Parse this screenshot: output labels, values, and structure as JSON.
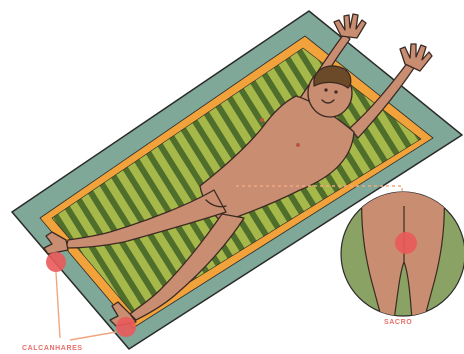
{
  "labels": {
    "heels": "CALCANHARES",
    "sacrum": "SACRO"
  },
  "colors": {
    "mat_fill": "#7fa899",
    "mat_outline": "#2a2a2a",
    "stripe_border": "#f2a23a",
    "stripe_field": "#a7b84a",
    "stripe_lines": "#4f6d2b",
    "skin": "#c98d72",
    "skin_line": "#3b2a22",
    "hair": "#6b4a2a",
    "pressure_point": "#ea5a5a",
    "callout_line": "#f0a77f",
    "label_text": "#e8706a",
    "inset_background": "#8aa263"
  },
  "icons": [
    "pressure-point-heel-left",
    "pressure-point-heel-right",
    "pressure-point-sacrum",
    "sacrum-inset-circle"
  ]
}
